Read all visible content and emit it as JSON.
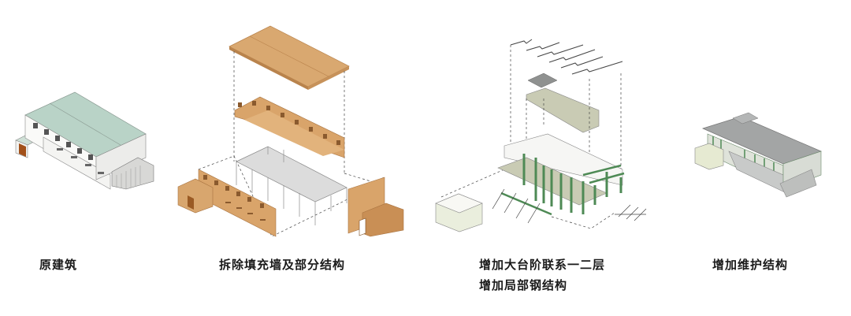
{
  "panels": [
    {
      "id": "original",
      "caption": "原建筑"
    },
    {
      "id": "demolish",
      "caption": "拆除填充墙及部分结构"
    },
    {
      "id": "add-steps",
      "caption": "增加大台阶联系一二层",
      "caption_line2": "增加局部钢结构"
    },
    {
      "id": "envelope",
      "caption": "增加维护结构"
    }
  ],
  "colors": {
    "roof_green": "#b9d3c7",
    "wall_white": "#f6f6f4",
    "timber": "#d9a46a",
    "timber_dark": "#b9834c",
    "steel_green": "#4e8a55",
    "slab_grey": "#c9cbbb",
    "roof_grey": "#9a9c9c",
    "door_brown": "#a2501a",
    "line": "#555555"
  }
}
